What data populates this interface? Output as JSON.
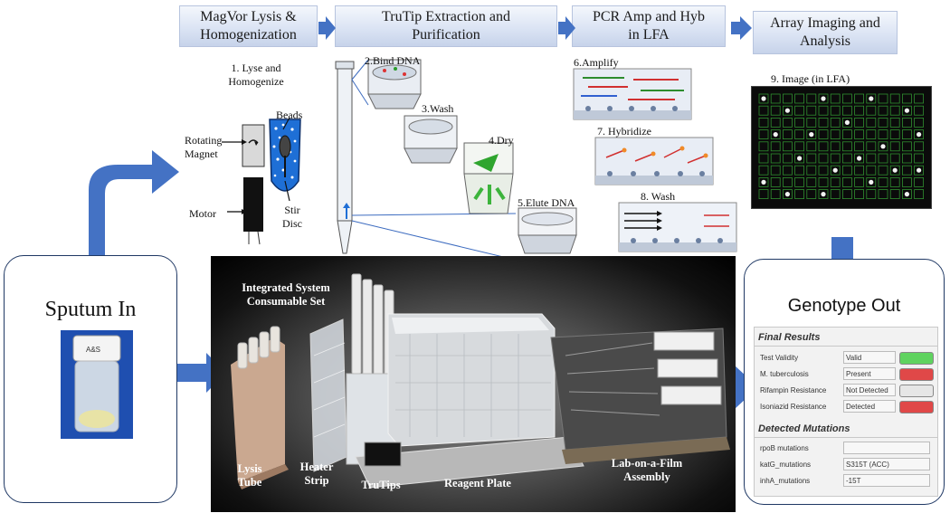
{
  "header": {
    "steps": [
      {
        "line1": "MagVor Lysis &",
        "line2": "Homogenization"
      },
      {
        "line1": "TruTip Extraction and",
        "line2": "Purification"
      },
      {
        "line1": "PCR Amp and Hyb",
        "line2": "in LFA"
      },
      {
        "line1": "Array Imaging and",
        "line2": "Analysis"
      }
    ]
  },
  "lysis": {
    "title_l1": "1. Lyse and",
    "title_l2": "Homogenize",
    "rotating_l1": "Rotating",
    "rotating_l2": "Magnet",
    "motor": "Motor",
    "beads": "Beads",
    "stir_l1": "Stir",
    "stir_l2": "Disc"
  },
  "extraction": {
    "bind": "2.Bind DNA",
    "wash": "3.Wash",
    "dry": "4.Dry",
    "elute": "5.Elute DNA"
  },
  "pcr": {
    "amplify": "6.Amplify",
    "hybridize": "7. Hybridize",
    "wash": "8. Wash"
  },
  "imaging": {
    "title": "9. Image  (in LFA)"
  },
  "sputum": {
    "title": "Sputum In",
    "label": "A&S"
  },
  "photo": {
    "consumable_l1": "Integrated System",
    "consumable_l2": "Consumable Set",
    "lysis_l1": "Lysis",
    "lysis_l2": "Tube",
    "heater_l1": "Heater",
    "heater_l2": "Strip",
    "trutips": "TruTips",
    "reagent": "Reagent Plate",
    "laboratory_l1": "Lab-on-a-Film",
    "laboratory_l2": "Assembly"
  },
  "genotype": {
    "title": "Genotype  Out",
    "final_heading": "Final Results",
    "final_rows": [
      {
        "name": "Test Validity",
        "value": "Valid",
        "status": "green"
      },
      {
        "name": "M. tuberculosis",
        "value": "Present",
        "status": "red"
      },
      {
        "name": "Rifampin Resistance",
        "value": "Not Detected",
        "status": "gray"
      },
      {
        "name": "Isoniazid Resistance",
        "value": "Detected",
        "status": "red"
      }
    ],
    "mutations_heading": "Detected Mutations",
    "mutation_rows": [
      {
        "name": "rpoB mutations",
        "value": ""
      },
      {
        "name": "katG_mutations",
        "value": "S315T (ACC)"
      },
      {
        "name": "inhA_mutations",
        "value": "-15T"
      }
    ]
  },
  "colors": {
    "arrow_blue": "#4472c4",
    "header_fill": "#dbe4f4",
    "panel_border": "#1f3864",
    "status_green": "#5fd35f",
    "status_red": "#e04848",
    "status_gray": "#e6e6e6"
  }
}
